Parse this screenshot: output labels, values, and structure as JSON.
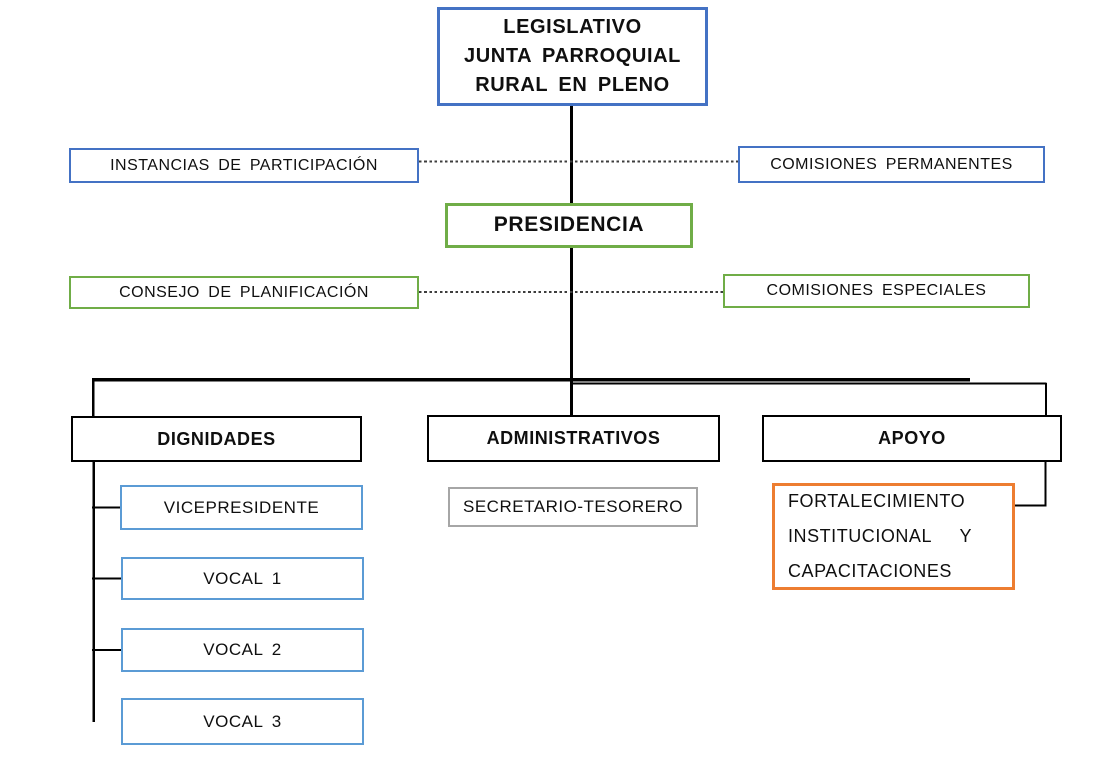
{
  "palette": {
    "blue": "#4472C4",
    "green": "#70AD47",
    "light_blue": "#5B9BD5",
    "gray": "#A6A6A6",
    "orange": "#ED7D31",
    "line": "#000000"
  },
  "chart_type": "organizational-chart",
  "nodes": {
    "legislativo": {
      "label": "LEGISLATIVO\nJUNTA PARROQUIAL\nRURAL EN PLENO",
      "border_color": "#4472C4",
      "bold": true
    },
    "instancias": {
      "label": "INSTANCIAS DE PARTICIPACIÓN",
      "border_color": "#4472C4",
      "bold": false
    },
    "comisiones_permanentes": {
      "label": "COMISIONES PERMANENTES",
      "border_color": "#4472C4",
      "bold": false
    },
    "presidencia": {
      "label": "PRESIDENCIA",
      "border_color": "#70AD47",
      "bold": true
    },
    "consejo_planificacion": {
      "label": "CONSEJO DE PLANIFICACIÓN",
      "border_color": "#70AD47",
      "bold": false
    },
    "comisiones_especiales": {
      "label": "COMISIONES ESPECIALES",
      "border_color": "#70AD47",
      "bold": false
    },
    "dignidades": {
      "label": "DIGNIDADES",
      "border_color": "#000000",
      "bold": true
    },
    "administrativos": {
      "label": "ADMINISTRATIVOS",
      "border_color": "#000000",
      "bold": true
    },
    "apoyo": {
      "label": "APOYO",
      "border_color": "#000000",
      "bold": true
    },
    "vicepresidente": {
      "label": "VICEPRESIDENTE",
      "border_color": "#5B9BD5",
      "bold": false
    },
    "vocal1": {
      "label": "VOCAL 1",
      "border_color": "#5B9BD5",
      "bold": false
    },
    "vocal2": {
      "label": "VOCAL 2",
      "border_color": "#5B9BD5",
      "bold": false
    },
    "vocal3": {
      "label": "VOCAL 3",
      "border_color": "#5B9BD5",
      "bold": false
    },
    "secretario_tesorero": {
      "label": "SECRETARIO-TESORERO",
      "border_color": "#A6A6A6",
      "bold": false
    },
    "fortalecimiento": {
      "label": "FORTALECIMIENTO\nINSTITUCIONAL   Y\nCAPACITACIONES",
      "border_color": "#ED7D31",
      "bold": false
    }
  },
  "edges": [
    {
      "from": "legislativo",
      "to": "presidencia",
      "style": "solid"
    },
    {
      "from": "instancias",
      "to": "comisiones_permanentes",
      "style": "dotted"
    },
    {
      "from": "consejo_planificacion",
      "to": "comisiones_especiales",
      "style": "dotted"
    },
    {
      "from": "presidencia",
      "to": "dignidades",
      "style": "solid"
    },
    {
      "from": "presidencia",
      "to": "administrativos",
      "style": "solid"
    },
    {
      "from": "presidencia",
      "to": "apoyo",
      "style": "solid"
    },
    {
      "from": "dignidades",
      "to": "vicepresidente",
      "style": "solid"
    },
    {
      "from": "dignidades",
      "to": "vocal1",
      "style": "solid"
    },
    {
      "from": "dignidades",
      "to": "vocal2",
      "style": "solid"
    },
    {
      "from": "dignidades",
      "to": "vocal3",
      "style": "solid"
    },
    {
      "from": "apoyo",
      "to": "fortalecimiento",
      "style": "solid"
    }
  ]
}
